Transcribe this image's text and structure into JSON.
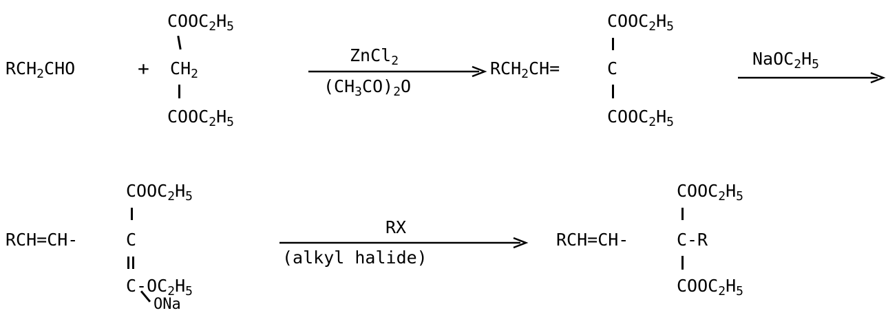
{
  "scheme": {
    "row1": {
      "aldehyde": "RCH2CHO",
      "plus": "+",
      "malonate": {
        "top": "COOC2H5",
        "center": "CH2",
        "bottom": "COOC2H5"
      },
      "arrow1": {
        "above": "ZnCl2",
        "below": "(CH3CO)2O"
      },
      "product1": {
        "prefix": "RCH2CH=",
        "center": "C",
        "top": "COOC2H5",
        "bottom": "COOC2H5"
      },
      "arrow2": {
        "above": "NaOC2H5"
      }
    },
    "row2": {
      "enolate": {
        "prefix": "RCH=CH-",
        "center": "C",
        "top": "COOC2H5",
        "lower": "C-OC2H5",
        "ona": "ONa"
      },
      "arrow3": {
        "above": "RX",
        "below": "(alkyl halide)"
      },
      "product2": {
        "prefix": "RCH=CH-",
        "center": "C",
        "suffix": "-R",
        "top": "COOC2H5",
        "bottom": "COOC2H5"
      }
    }
  }
}
